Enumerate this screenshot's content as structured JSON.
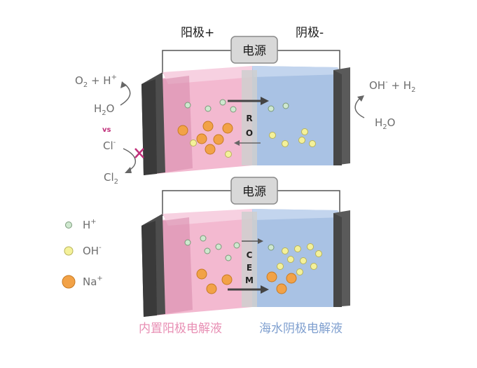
{
  "top_cell": {
    "anode_label": "阳极+",
    "cathode_label": "阴极-",
    "power_label": "电源",
    "membrane_letters": [
      "R",
      "O"
    ],
    "anode_reaction": {
      "product": "O",
      "product_sub": "2",
      "plus": " + H",
      "plus_sup": "+",
      "reactant": "H",
      "reactant_sub": "2",
      "reactant_tail": "O"
    },
    "vs_label": "vs",
    "chloride": {
      "ion": "Cl",
      "ion_sup": "-",
      "product": "Cl",
      "product_sub": "2"
    },
    "cathode_reaction": {
      "product": "OH",
      "product_sup": "-",
      "plus": " + H",
      "plus_sub": "2",
      "reactant": "H",
      "reactant_sub": "2",
      "reactant_tail": "O"
    }
  },
  "bottom_cell": {
    "power_label": "电源",
    "membrane_letters": [
      "C",
      "E",
      "M"
    ]
  },
  "legend": [
    {
      "label": "H",
      "sup": "+",
      "color": "#cfe8cf"
    },
    {
      "label": "OH",
      "sup": "-",
      "color": "#f4f19a"
    },
    {
      "label": "Na",
      "sup": "+",
      "color": "#f2a247"
    }
  ],
  "captions": {
    "anolyte": "内置阳极电解液",
    "catholyte": "海水阴极电解液",
    "anolyte_color": "#e88fb4",
    "catholyte_color": "#7f9fcf"
  },
  "colors": {
    "anode_chamber": "#f3b9d0",
    "cathode_chamber": "#a9c2e4",
    "electrode": "#4d4d4d",
    "blocked_mark": "#c0307a"
  }
}
